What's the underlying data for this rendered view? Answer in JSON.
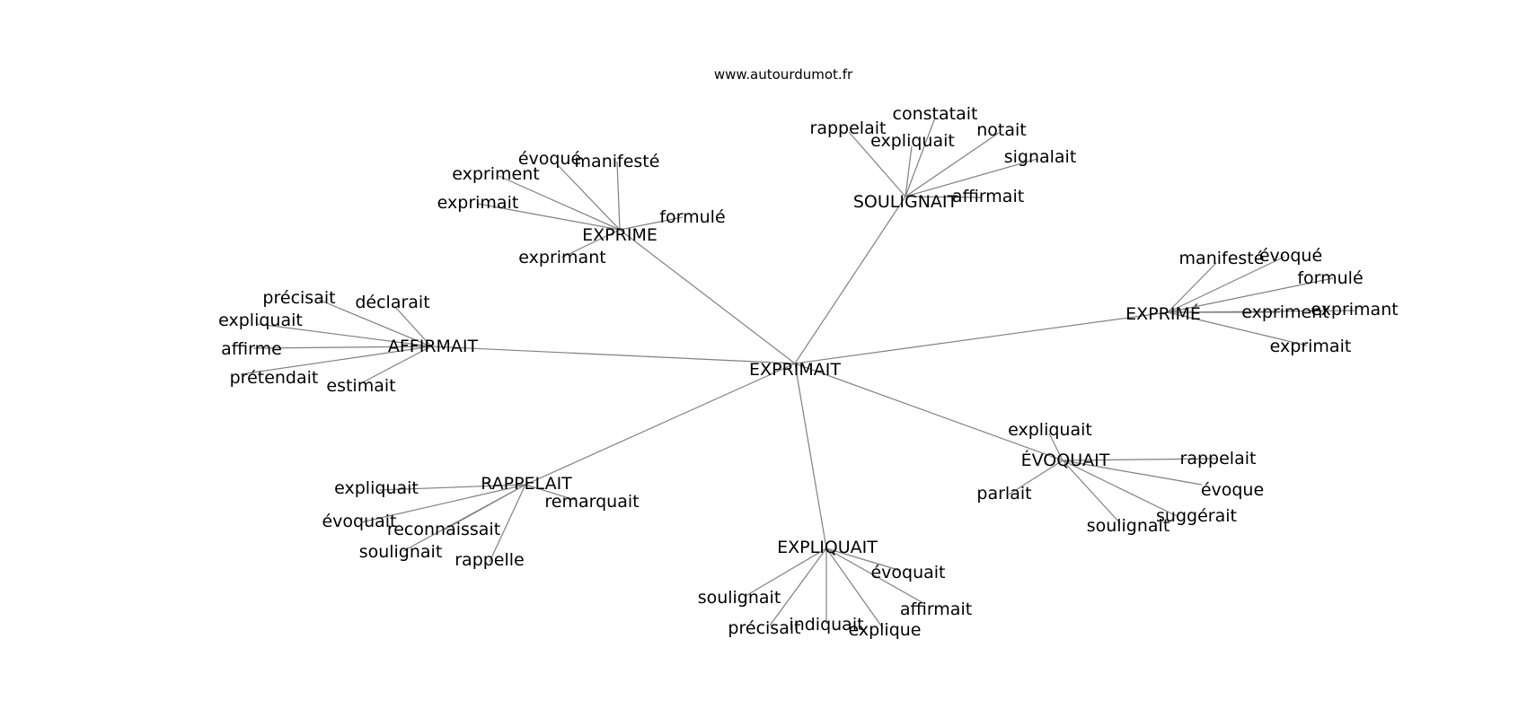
{
  "watermark": "www.autourdumot.fr",
  "graph": {
    "center": "EXPRIMAIT",
    "hubs": [
      {
        "label": "EXPRIME",
        "leaves": [
          "évoqué",
          "manifesté",
          "expriment",
          "exprimait",
          "formulé",
          "exprimant"
        ]
      },
      {
        "label": "SOULIGNAIT",
        "leaves": [
          "rappelait",
          "constatait",
          "expliquait",
          "notait",
          "signalait",
          "affirmait"
        ]
      },
      {
        "label": "AFFIRMAIT",
        "leaves": [
          "précisait",
          "déclarait",
          "expliquait",
          "affirme",
          "prétendait",
          "estimait"
        ]
      },
      {
        "label": "EXPRIMÉ",
        "leaves": [
          "manifesté",
          "évoqué",
          "formulé",
          "expriment",
          "exprimant",
          "exprimait"
        ]
      },
      {
        "label": "RAPPELAIT",
        "leaves": [
          "expliquait",
          "remarquait",
          "évoquait",
          "reconnaissait",
          "soulignait",
          "rappelle"
        ]
      },
      {
        "label": "ÉVOQUAIT",
        "leaves": [
          "expliquait",
          "rappelait",
          "parlait",
          "évoque",
          "suggérait",
          "soulignait"
        ]
      },
      {
        "label": "EXPLIQUAIT",
        "leaves": [
          "évoquait",
          "soulignait",
          "affirmait",
          "précisait",
          "indiquait",
          "explique"
        ]
      }
    ]
  }
}
